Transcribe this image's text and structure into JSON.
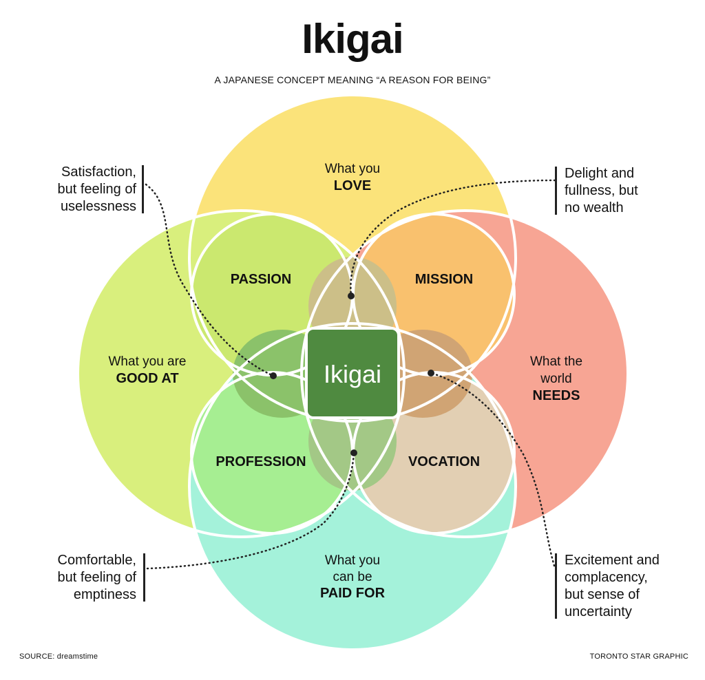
{
  "title": "Ikigai",
  "subtitle": "A JAPANESE CONCEPT MEANING “A REASON FOR BEING”",
  "circles": {
    "love": {
      "line1": "What you",
      "line2": "LOVE",
      "color": "#fbe37a"
    },
    "good_at": {
      "line1": "What you are",
      "line2": "GOOD AT",
      "color": "#d9ef7d"
    },
    "world_needs": {
      "line1": "What the",
      "line2": "world",
      "line3": "NEEDS",
      "color": "#f7a594"
    },
    "paid_for": {
      "line1": "What you",
      "line2": "can be",
      "line3": "PAID FOR",
      "color": "#a4f2da"
    }
  },
  "regions": {
    "passion": "PASSION",
    "mission": "MISSION",
    "profession": "PROFESSION",
    "vocation": "VOCATION",
    "center": "Ikigai"
  },
  "notes": {
    "top_left": [
      "Satisfaction,",
      "but feeling of",
      "uselessness"
    ],
    "top_right": [
      "Delight and",
      "fullness, but",
      "no wealth"
    ],
    "bottom_left": [
      "Comfortable,",
      "but feeling of",
      "emptiness"
    ],
    "bottom_right": [
      "Excitement and",
      "complacency,",
      "but sense of",
      "uncertainty"
    ]
  },
  "footer": {
    "source": "SOURCE: dreamstime",
    "credit": "TORONTO STAR GRAPHIC"
  }
}
